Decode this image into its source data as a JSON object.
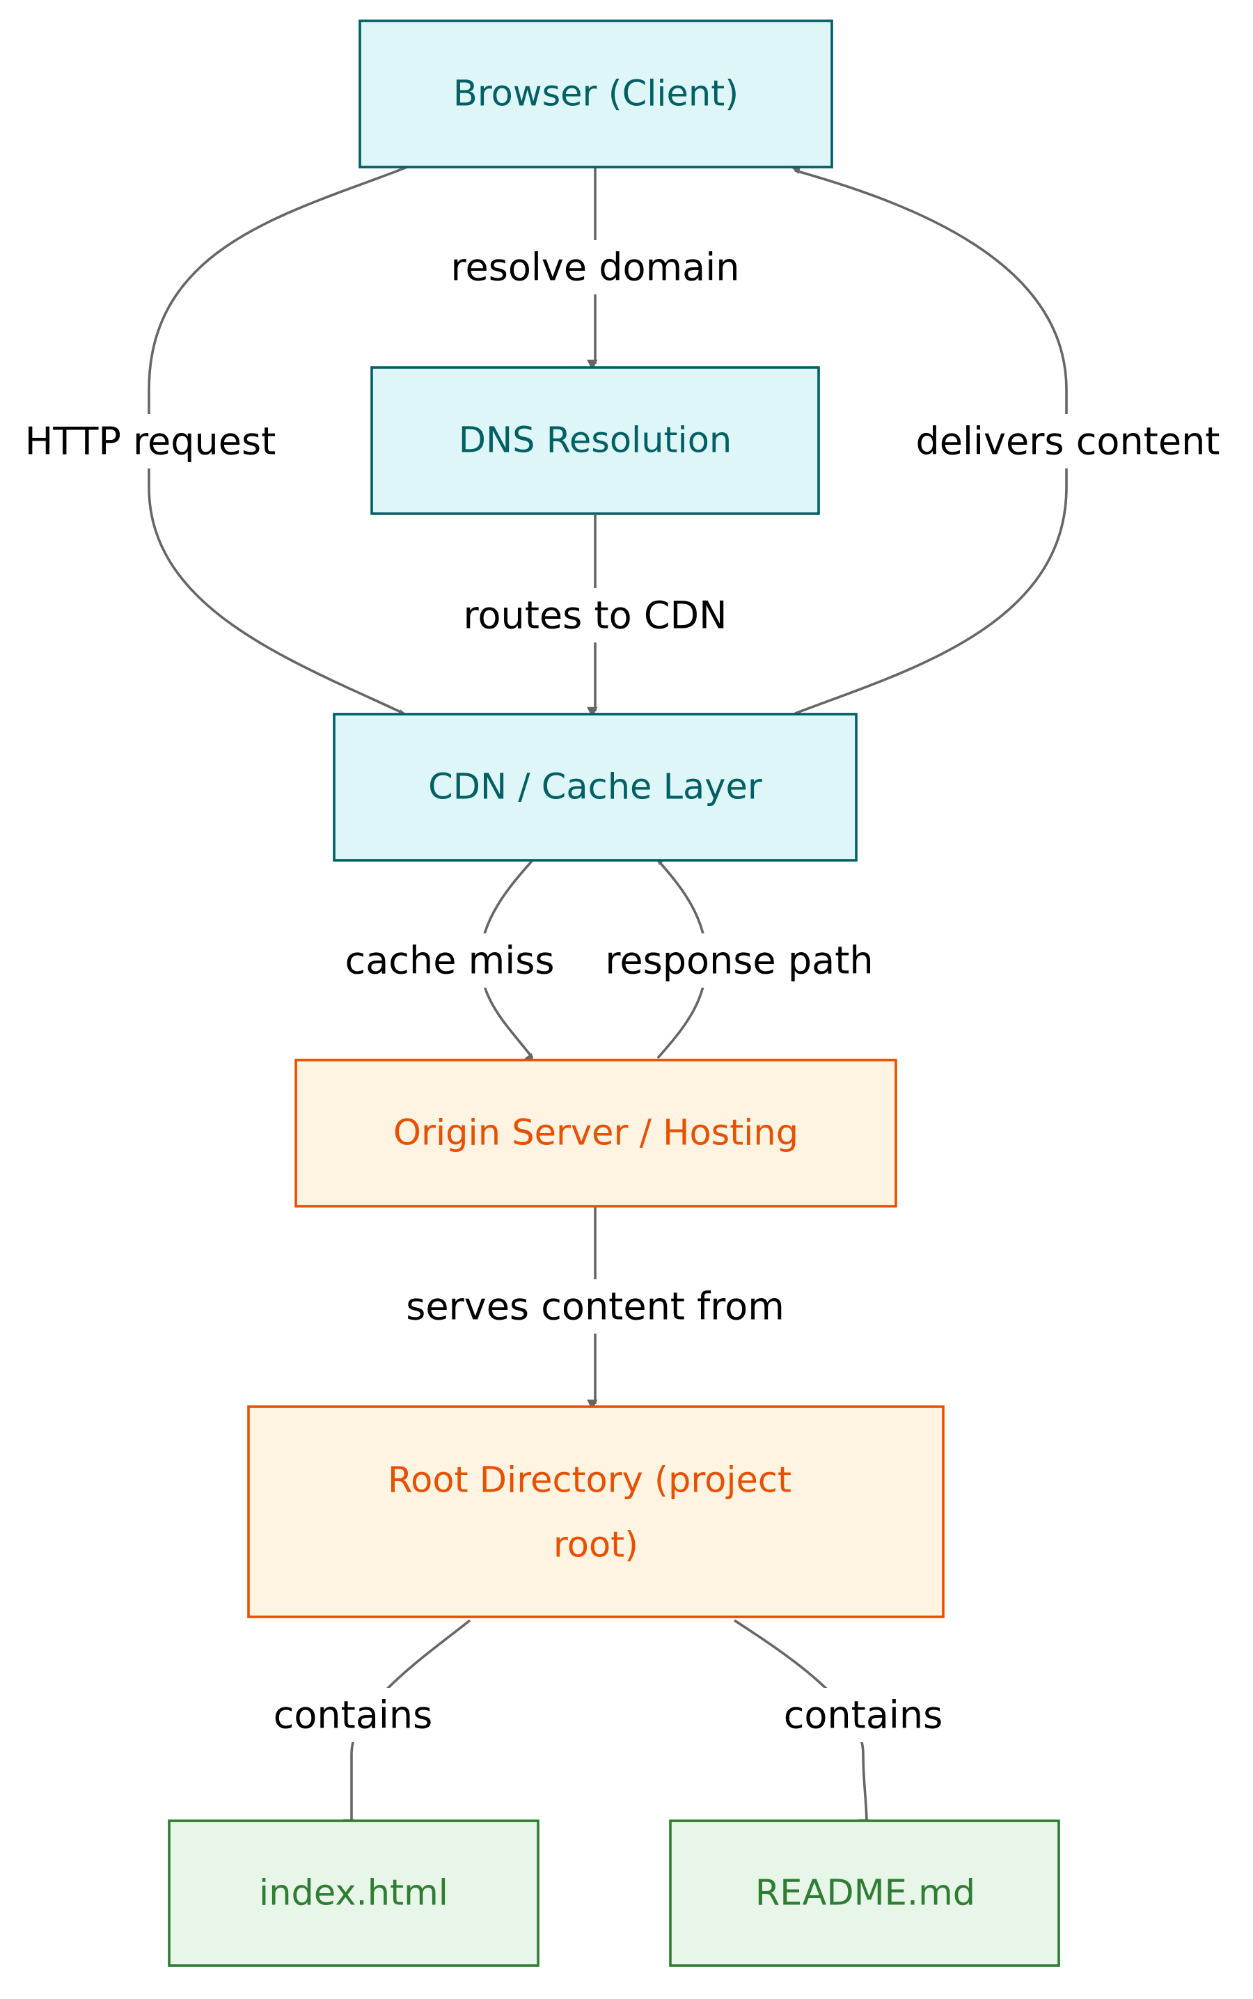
{
  "diagram": {
    "nodes": {
      "browser": {
        "label": "Browser (Client)",
        "group": "client"
      },
      "dns": {
        "label": "DNS Resolution",
        "group": "client"
      },
      "cdn": {
        "label": "CDN / Cache Layer",
        "group": "client"
      },
      "origin": {
        "label": "Origin Server / Hosting",
        "group": "server"
      },
      "root": {
        "label_line1": "Root Directory (project",
        "label_line2": "root)",
        "group": "server"
      },
      "index": {
        "label": "index.html",
        "group": "file"
      },
      "readme": {
        "label": "README.md",
        "group": "file"
      }
    },
    "edges": {
      "http_request": {
        "from": "browser",
        "to": "cdn",
        "label": "HTTP request"
      },
      "resolve_domain": {
        "from": "browser",
        "to": "dns",
        "label": "resolve domain"
      },
      "delivers_content": {
        "from": "cdn",
        "to": "browser",
        "label": "delivers content"
      },
      "routes_to_cdn": {
        "from": "dns",
        "to": "cdn",
        "label": "routes to CDN"
      },
      "cache_miss": {
        "from": "cdn",
        "to": "origin",
        "label": "cache miss"
      },
      "response_path": {
        "from": "origin",
        "to": "cdn",
        "label": "response path"
      },
      "serves_content_from": {
        "from": "origin",
        "to": "root",
        "label": "serves content from"
      },
      "contains_index": {
        "from": "root",
        "to": "index",
        "label": "contains"
      },
      "contains_readme": {
        "from": "root",
        "to": "readme",
        "label": "contains"
      }
    },
    "styles": {
      "client": {
        "fill": "#dff6f8",
        "stroke": "#006064",
        "text": "#006064"
      },
      "server": {
        "fill": "#fff3e1",
        "stroke": "#e65100",
        "text": "#e65100"
      },
      "file": {
        "fill": "#e8f5e9",
        "stroke": "#2e7d32",
        "text": "#2e7d32"
      },
      "edge_color": "#666666"
    }
  }
}
